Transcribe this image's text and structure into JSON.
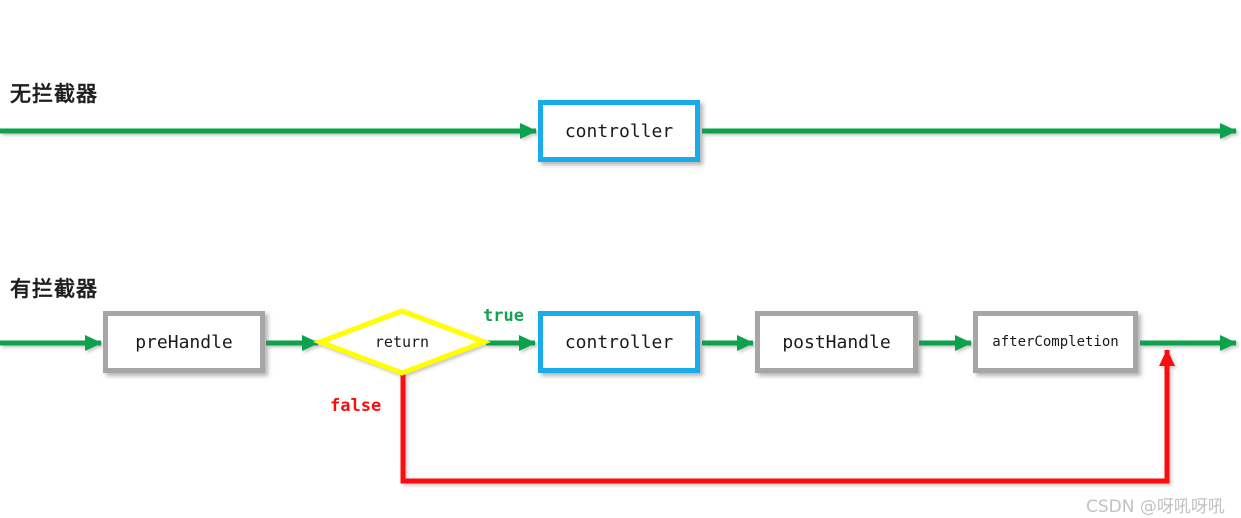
{
  "diagram": {
    "sections": [
      {
        "id": "no-interceptor",
        "title": "无拦截器",
        "nodes": [
          {
            "id": "controller",
            "label": "controller",
            "border_color": "#18ade8",
            "shape": "rect"
          }
        ]
      },
      {
        "id": "with-interceptor",
        "title": "有拦截器",
        "nodes": [
          {
            "id": "preHandle",
            "label": "preHandle",
            "border_color": "#a6a6a6",
            "shape": "rect"
          },
          {
            "id": "return-decision",
            "label": "return",
            "border_color": "#ffff00",
            "shape": "diamond"
          },
          {
            "id": "controller",
            "label": "controller",
            "border_color": "#18ade8",
            "shape": "rect"
          },
          {
            "id": "postHandle",
            "label": "postHandle",
            "border_color": "#a6a6a6",
            "shape": "rect"
          },
          {
            "id": "afterCompletion",
            "label": "afterCompletion",
            "border_color": "#a6a6a6",
            "shape": "rect"
          }
        ],
        "edge_labels": {
          "true_branch": "true",
          "false_branch": "false"
        }
      }
    ],
    "colors": {
      "flow_arrow": "#0ca24d",
      "true_branch": "#14a351",
      "false_branch": "#fb0d0d",
      "controller_border": "#18ade8",
      "interceptor_border": "#a6a6a6",
      "decision_border": "#ffff00"
    }
  },
  "watermark": {
    "text": "CSDN @呀吼呀吼"
  }
}
